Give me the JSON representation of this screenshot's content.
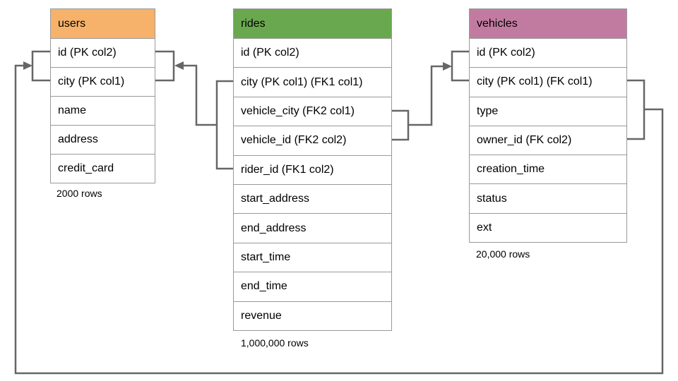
{
  "diagram": {
    "line_color": "#666666",
    "border_color": "#999999",
    "tables": {
      "users": {
        "title": "users",
        "header_color": "#F6B26B",
        "columns": [
          "id (PK col2)",
          "city (PK col1)",
          "name",
          "address",
          "credit_card"
        ],
        "row_count_label": "2000 rows"
      },
      "rides": {
        "title": "rides",
        "header_color": "#6AA84F",
        "columns": [
          "id (PK col2)",
          "city (PK col1) (FK1 col1)",
          "vehicle_city (FK2 col1)",
          "vehicle_id (FK2 col2)",
          "rider_id (FK1 col2)",
          "start_address",
          "end_address",
          "start_time",
          "end_time",
          "revenue"
        ],
        "row_count_label": "1,000,000 rows"
      },
      "vehicles": {
        "title": "vehicles",
        "header_color": "#C27BA0",
        "columns": [
          "id (PK col2)",
          "city (PK col1) (FK col1)",
          "type",
          "owner_id (FK col2)",
          "creation_time",
          "status",
          "ext"
        ],
        "row_count_label": "20,000 rows"
      }
    },
    "relationships": [
      {
        "name": "rides-fk1-to-users",
        "from_table": "rides",
        "from_columns": "city (FK1 col1), rider_id (FK1 col2)",
        "to_table": "users",
        "to_columns": "id (PK col2), city (PK col1)"
      },
      {
        "name": "rides-fk2-to-vehicles",
        "from_table": "rides",
        "from_columns": "vehicle_city (FK2 col1), vehicle_id (FK2 col2)",
        "to_table": "vehicles",
        "to_columns": "id (PK col2), city (PK col1)"
      },
      {
        "name": "vehicles-fk-to-users",
        "from_table": "vehicles",
        "from_columns": "city (FK col1), owner_id (FK col2)",
        "to_table": "users",
        "to_columns": "id (PK col2), city (PK col1)"
      }
    ]
  }
}
